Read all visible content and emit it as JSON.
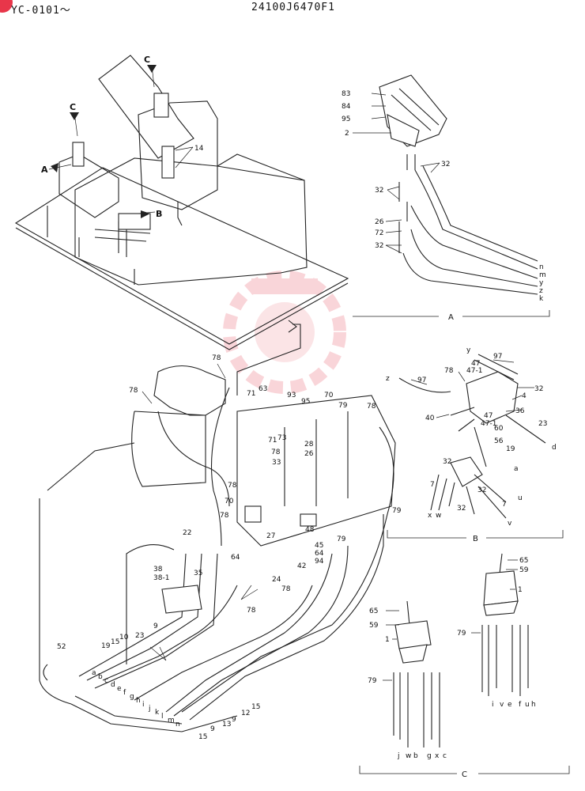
{
  "header": {
    "model_range": "YC-0101～",
    "part_number": "24100J6470F1"
  },
  "colors": {
    "watermark": "#f08a94",
    "line": "#222222",
    "marker": "#e8364a"
  },
  "overview": {
    "callouts": [
      "C",
      "C",
      "A",
      "14",
      "B"
    ]
  },
  "section_a": {
    "title": "A",
    "callouts": [
      "83",
      "84",
      "95",
      "2",
      "32",
      "32",
      "26",
      "72",
      "32"
    ],
    "line_ends": [
      "n",
      "m",
      "y",
      "z",
      "k"
    ]
  },
  "section_b": {
    "title": "B",
    "callouts": [
      "y",
      "97",
      "47",
      "47-1",
      "z",
      "78",
      "97",
      "32",
      "4",
      "36",
      "23",
      "40",
      "47",
      "47-1",
      "60",
      "56",
      "d",
      "19",
      "a",
      "32",
      "32",
      "7",
      "7",
      "32",
      "u",
      "x",
      "w",
      "v"
    ]
  },
  "section_c": {
    "title": "C",
    "left_callouts": [
      "65",
      "59",
      "1",
      "79"
    ],
    "left_line_ends": [
      "j",
      "w",
      "b",
      "g",
      "x",
      "c"
    ],
    "right_callouts": [
      "65",
      "59",
      "1",
      "79"
    ],
    "right_line_ends": [
      "i",
      "v",
      "e",
      "f",
      "u",
      "h"
    ]
  },
  "main": {
    "callouts": [
      "78",
      "78",
      "71",
      "63",
      "93",
      "70",
      "95",
      "79",
      "78",
      "71",
      "73",
      "78",
      "33",
      "28",
      "26",
      "78",
      "70",
      "79",
      "22",
      "78",
      "27",
      "48",
      "45",
      "64",
      "94",
      "79",
      "38",
      "38-1",
      "35",
      "64",
      "24",
      "42",
      "78",
      "78",
      "52",
      "19",
      "15",
      "10",
      "23",
      "9",
      "15",
      "9",
      "13",
      "9",
      "12",
      "15"
    ],
    "line_ends": [
      "a",
      "b",
      "c",
      "d",
      "e",
      "f",
      "g",
      "h",
      "i",
      "j",
      "k",
      "l",
      "m",
      "n"
    ]
  }
}
